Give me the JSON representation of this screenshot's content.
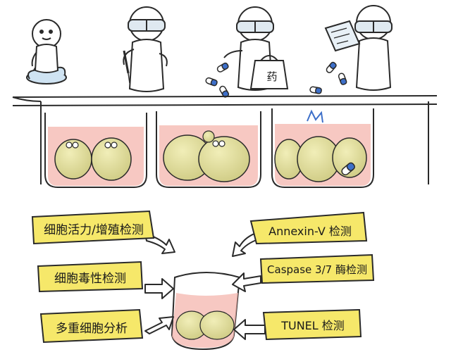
{
  "labels": {
    "viability": "细胞活力/增殖检测",
    "cytotoxicity": "细胞毒性检测",
    "multiplex": "多重细胞分析",
    "annexin": "Annexin-V 检测",
    "caspase": "Caspase 3/7 酶检测",
    "tunel": "TUNEL 检测"
  },
  "bag_text": "药",
  "colors": {
    "label_fill": "#f6e86a",
    "medium": "#f4b6ad",
    "cell": "#e8e4a0",
    "cell_shade": "#cfcc86",
    "pill_blue": "#3d6fc9",
    "outline": "#2a2a2a"
  }
}
